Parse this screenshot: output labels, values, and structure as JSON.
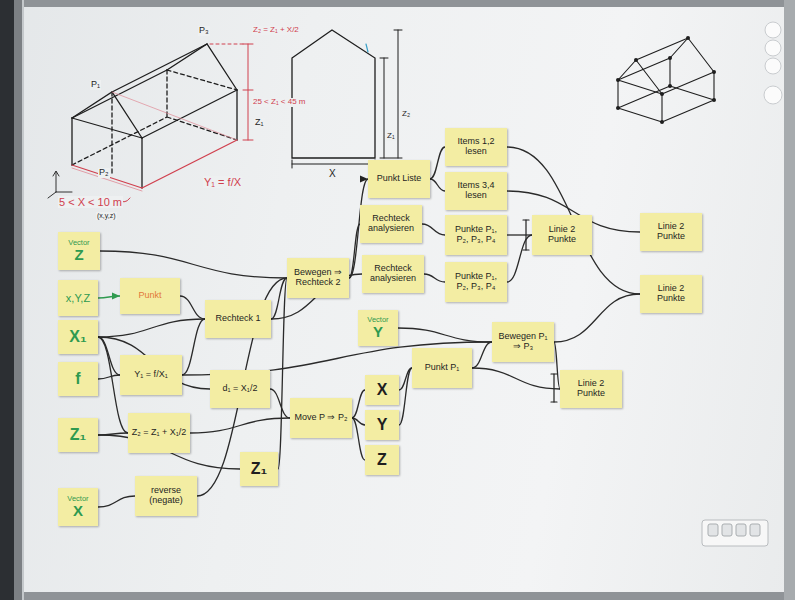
{
  "diagram": {
    "nodes": [
      {
        "text": [
          "Items 1,2 lesen"
        ]
      },
      {
        "text": [
          "Punkt Liste"
        ]
      },
      {
        "text": [
          "Items 3,4 lesen"
        ]
      },
      {
        "text": [
          "Rechteck analysieren"
        ]
      },
      {
        "text": [
          "Punkte P₁, P₂, P₃, P₄"
        ]
      },
      {
        "text": [
          "Linie 2 Punkte"
        ]
      },
      {
        "text": [
          "Linie 2 Punkte"
        ]
      },
      {
        "text": [
          "Vector",
          "Z"
        ]
      },
      {
        "text": [
          "Bewegen ⇒ Rechteck 2"
        ]
      },
      {
        "text": [
          "Rechteck analysieren"
        ]
      },
      {
        "text": [
          "Punkte P₁, P₂, P₃, P₄"
        ]
      },
      {
        "text": [
          "Linie 2 Punkte"
        ]
      },
      {
        "text": [
          "x,Y,Z"
        ]
      },
      {
        "text": [
          "Punkt"
        ]
      },
      {
        "text": [
          "Rechteck 1"
        ]
      },
      {
        "text": [
          "X₁"
        ]
      },
      {
        "text": [
          "Vector",
          "Y"
        ]
      },
      {
        "text": [
          "Bewegen P₁ ⇒ P₃"
        ]
      },
      {
        "text": [
          "Punkt P₁"
        ]
      },
      {
        "text": [
          "Y₁ = f/X₁"
        ]
      },
      {
        "text": [
          "f"
        ]
      },
      {
        "text": [
          "d₁ = X₁/2"
        ]
      },
      {
        "text": [
          "Linie 2 Punkte"
        ]
      },
      {
        "text": [
          "X"
        ]
      },
      {
        "text": [
          "Move P ⇒ P₂"
        ]
      },
      {
        "text": [
          "Y"
        ]
      },
      {
        "text": [
          "Z₂ = Z₁ + X₁/2"
        ]
      },
      {
        "text": [
          "Z₁"
        ]
      },
      {
        "text": [
          "Z"
        ]
      },
      {
        "text": [
          "Z₁"
        ]
      },
      {
        "text": [
          "Vector",
          "X"
        ]
      },
      {
        "text": [
          "reverse (negate)"
        ]
      }
    ],
    "edges": [
      {
        "from": 7,
        "to": 8,
        "arrow": "none"
      },
      {
        "from": 12,
        "to": 13,
        "arrow": "to"
      },
      {
        "from": 13,
        "to": 14,
        "arrow": "none"
      },
      {
        "from": 15,
        "to": 14,
        "arrow": "none"
      },
      {
        "from": 15,
        "to": 19,
        "arrow": "none"
      },
      {
        "from": 15,
        "to": 21,
        "arrow": "none"
      },
      {
        "from": 15,
        "to": 26,
        "arrow": "none"
      },
      {
        "from": 20,
        "to": 19,
        "arrow": "none"
      },
      {
        "from": 19,
        "to": 14,
        "arrow": "none"
      },
      {
        "from": 19,
        "to": 17,
        "arrow": "none"
      },
      {
        "from": 21,
        "to": 24,
        "arrow": "none"
      },
      {
        "from": 26,
        "to": 24,
        "arrow": "none"
      },
      {
        "from": 27,
        "to": 26,
        "arrow": "none"
      },
      {
        "from": 27,
        "to": 29,
        "arrow": "none"
      },
      {
        "from": 29,
        "to": 8,
        "arrow": "none"
      },
      {
        "from": 30,
        "to": 31,
        "arrow": "none"
      },
      {
        "from": 31,
        "to": 8,
        "arrow": "none"
      },
      {
        "from": 14,
        "to": 8,
        "arrow": "none"
      },
      {
        "from": 14,
        "to": 9,
        "arrow": "none"
      },
      {
        "from": 8,
        "to": 1,
        "arrow": "to"
      },
      {
        "from": 8,
        "to": 3,
        "arrow": "none"
      },
      {
        "from": 1,
        "to": 0,
        "arrow": "none"
      },
      {
        "from": 1,
        "to": 2,
        "arrow": "none"
      },
      {
        "from": 3,
        "to": 4,
        "arrow": "none"
      },
      {
        "from": 9,
        "to": 10,
        "arrow": "none"
      },
      {
        "from": 4,
        "to": 5,
        "arrow": "none"
      },
      {
        "from": 10,
        "to": 5,
        "arrow": "none"
      },
      {
        "from": 0,
        "to": 11,
        "arrow": "none"
      },
      {
        "from": 2,
        "to": 6,
        "arrow": "none"
      },
      {
        "from": 24,
        "to": 23,
        "arrow": "none"
      },
      {
        "from": 24,
        "to": 25,
        "arrow": "none"
      },
      {
        "from": 24,
        "to": 28,
        "arrow": "none"
      },
      {
        "from": 23,
        "to": 18,
        "arrow": "none"
      },
      {
        "from": 25,
        "to": 18,
        "arrow": "none"
      },
      {
        "from": 18,
        "to": 17,
        "arrow": "none"
      },
      {
        "from": 18,
        "to": 22,
        "arrow": "none"
      },
      {
        "from": 17,
        "to": 22,
        "arrow": "none"
      },
      {
        "from": 16,
        "to": 17,
        "arrow": "none"
      },
      {
        "from": 17,
        "to": 11,
        "arrow": "none"
      }
    ],
    "labels": [
      "P₁",
      "P₂",
      "P₃",
      "Z₂ = Z₁ + X/2",
      "25 < Z₁ < 45 m",
      "Z₁",
      "Y₁ = f/X",
      "5 < X < 10 m",
      "(x,y,z)",
      "X",
      "Z₁",
      "Z₂"
    ]
  }
}
